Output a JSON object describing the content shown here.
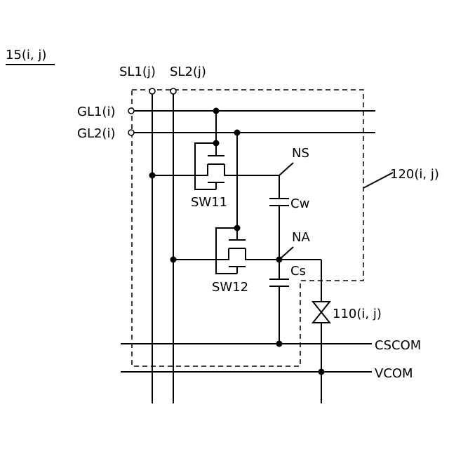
{
  "figure_label": "15(i, j)",
  "source_lines": [
    "SL1(j)",
    "SL2(j)"
  ],
  "gate_lines": [
    "GL1(i)",
    "GL2(i)"
  ],
  "switches": [
    "SW11",
    "SW12"
  ],
  "nodes": [
    "NS",
    "NA"
  ],
  "capacitors": [
    "Cw",
    "Cs"
  ],
  "pixel_circuit": "120(i, j)",
  "display_element": "110(i, j)",
  "common_lines": [
    "CSCOM",
    "VCOM"
  ]
}
